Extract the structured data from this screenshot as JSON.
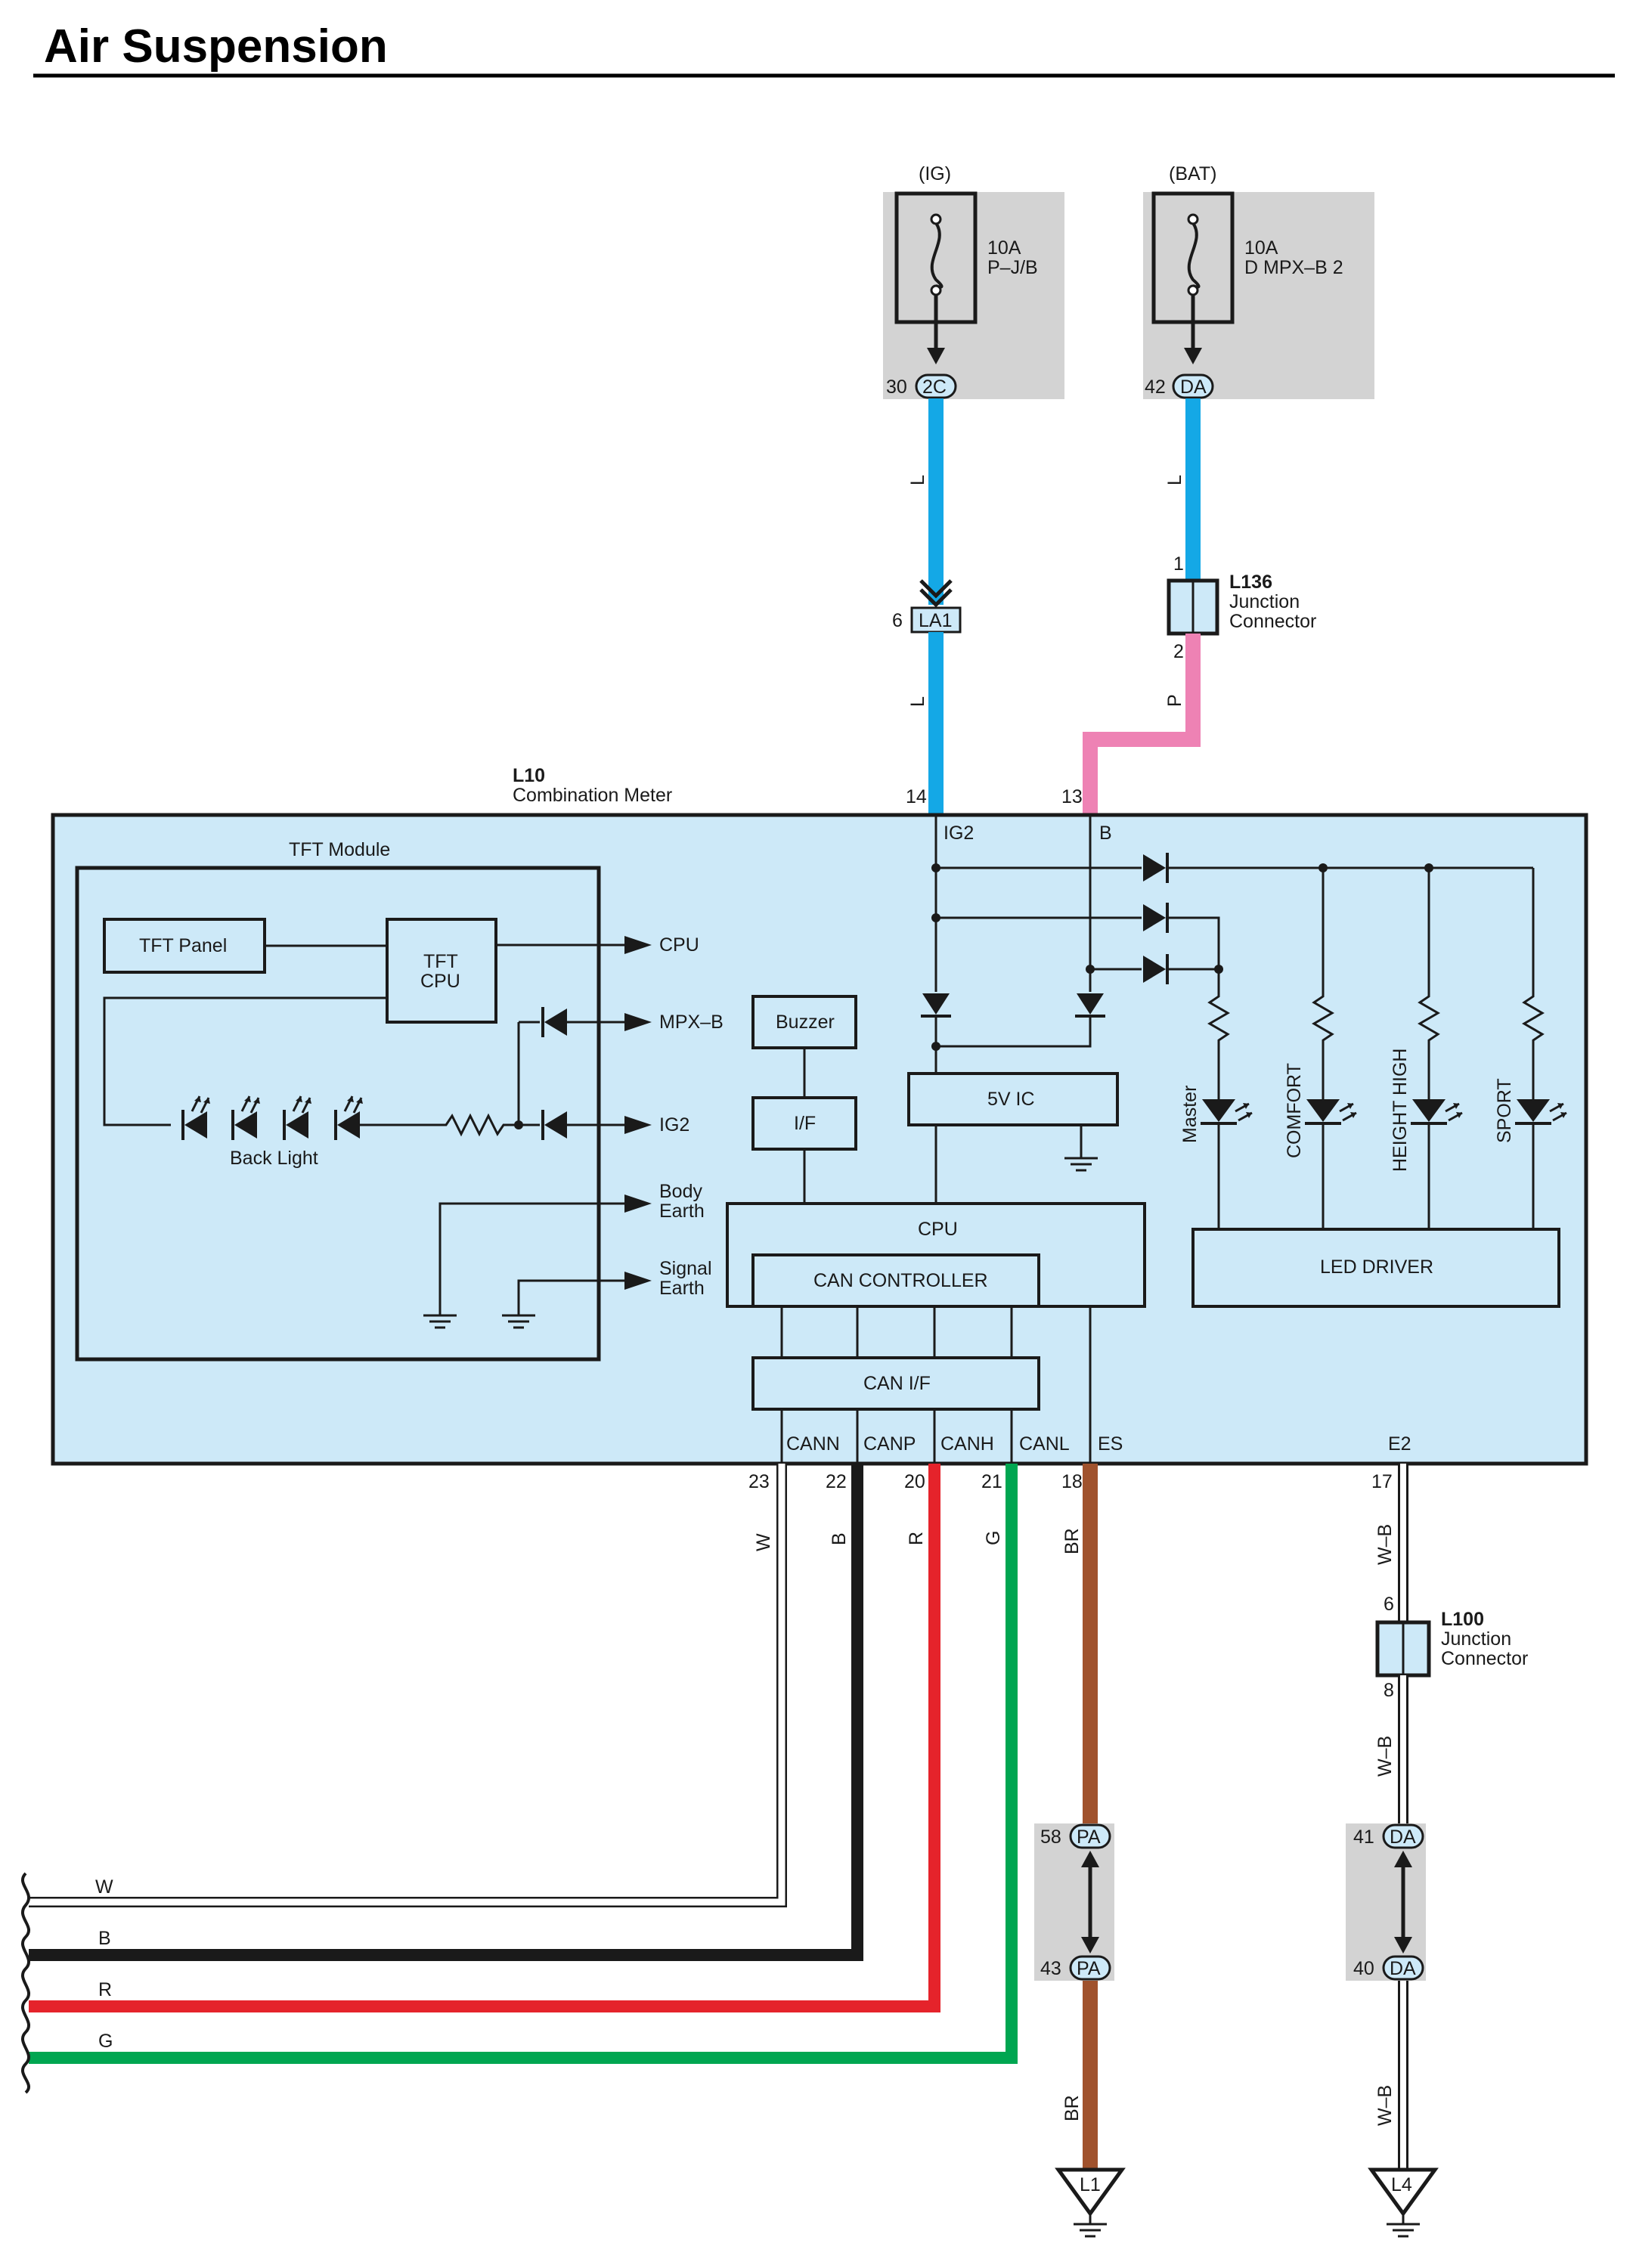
{
  "title": "Air Suspension",
  "fuses": {
    "ig": {
      "source": "(IG)",
      "amp": "10A",
      "location": "P–J/B",
      "pin": "30",
      "connector": "2C"
    },
    "bat": {
      "source": "(BAT)",
      "amp": "10A",
      "location": "D MPX–B 2",
      "pin": "42",
      "connector": "DA"
    }
  },
  "connectors": {
    "la1": {
      "pin": "6",
      "name": "LA1"
    },
    "l136": {
      "id": "L136",
      "line1": "Junction",
      "line2": "Connector",
      "pin_top": "1",
      "pin_bottom": "2"
    },
    "l100": {
      "id": "L100",
      "line1": "Junction",
      "line2": "Connector",
      "pin_top": "6",
      "pin_bottom": "8"
    },
    "pa": {
      "pin_top": "58",
      "pin_bottom": "43",
      "name": "PA"
    },
    "da": {
      "pin_top": "41",
      "pin_bottom": "40",
      "name": "DA"
    }
  },
  "meter": {
    "id": "L10",
    "name": "Combination Meter",
    "pin_ig2": "14",
    "pin_b": "13",
    "term_ig2": "IG2",
    "term_b": "B",
    "tft_module": "TFT Module",
    "tft_panel": "TFT Panel",
    "tft_cpu_1": "TFT",
    "tft_cpu_2": "CPU",
    "back_light": "Back Light",
    "out_cpu": "CPU",
    "out_mpxb": "MPX–B",
    "out_ig2": "IG2",
    "body_earth_1": "Body",
    "body_earth_2": "Earth",
    "signal_earth_1": "Signal",
    "signal_earth_2": "Earth",
    "buzzer": "Buzzer",
    "if": "I/F",
    "ic5v": "5V IC",
    "cpu": "CPU",
    "can_controller": "CAN CONTROLLER",
    "can_if": "CAN I/F",
    "led_driver": "LED DRIVER",
    "leds": [
      "Master",
      "COMFORT",
      "HEIGHT HIGH",
      "SPORT"
    ],
    "terminals": [
      "CANN",
      "CANP",
      "CANH",
      "CANL",
      "ES",
      "E2"
    ],
    "pins": [
      "23",
      "22",
      "20",
      "21",
      "18",
      "17"
    ]
  },
  "wires": {
    "ig_top": "L",
    "ig_bottom": "L",
    "bat_top": "L",
    "bat_bottom": "P",
    "w": "W",
    "b": "B",
    "r": "R",
    "g": "G",
    "br_top": "BR",
    "br_bottom": "BR",
    "wb_1": "W–B",
    "wb_2": "W–B",
    "wb_3": "W–B",
    "left_w": "W",
    "left_b": "B",
    "left_r": "R",
    "left_g": "G"
  },
  "grounds": {
    "l1": "L1",
    "l4": "L4"
  },
  "colors": {
    "blue": "#14a8e6",
    "pink": "#ee82b4",
    "red": "#e5232b",
    "green": "#00a651",
    "brown": "#a0522d",
    "black": "#1a1a1a",
    "box_fill": "#cde9f8",
    "shade": "#d3d3d3"
  }
}
